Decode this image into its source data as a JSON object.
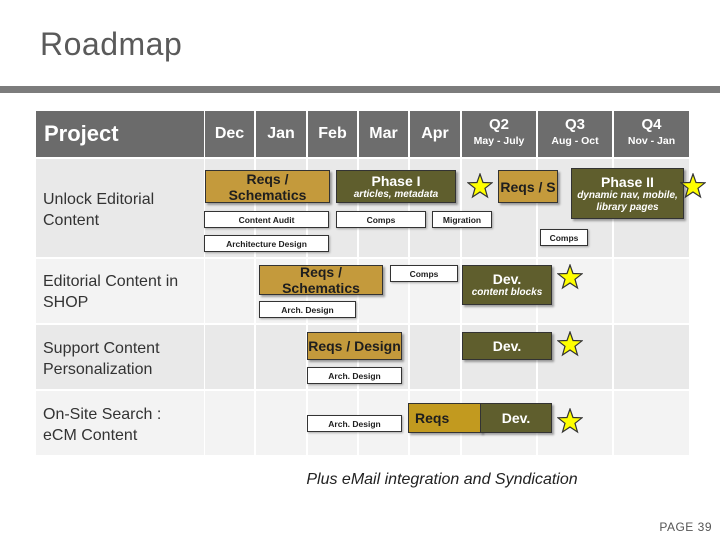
{
  "title": "Roadmap",
  "header": {
    "project": "Project",
    "months": [
      "Dec",
      "Jan",
      "Feb",
      "Mar",
      "Apr"
    ],
    "quarters": [
      {
        "label": "Q2",
        "range": "May - July"
      },
      {
        "label": "Q3",
        "range": "Aug - Oct"
      },
      {
        "label": "Q4",
        "range": "Nov - Jan"
      }
    ]
  },
  "rows": [
    {
      "label": "Unlock Editorial Content"
    },
    {
      "label": "Editorial Content in SHOP"
    },
    {
      "label": "Support Content Personalization"
    },
    {
      "label": "On-Site Search : eCM Content"
    }
  ],
  "bars": {
    "r1_reqs": "Reqs / Schematics",
    "r1_phase1": "Phase I",
    "r1_phase1_sub": "articles, metadata",
    "r1_reqs_s": "Reqs / S",
    "r1_phase2": "Phase II",
    "r1_phase2_sub": "dynamic nav, mobile, library pages",
    "r1_content_audit": "Content Audit",
    "r1_comps": "Comps",
    "r1_migration": "Migration",
    "r1_arch": "Architecture Design",
    "r1_comps2": "Comps",
    "r2_reqs": "Reqs / Schematics",
    "r2_comps": "Comps",
    "r2_dev": "Dev.",
    "r2_dev_sub": "content blocks",
    "r2_arch": "Arch. Design",
    "r3_reqs": "Reqs / Design",
    "r3_dev": "Dev.",
    "r3_arch": "Arch. Design",
    "r4_reqs": "Reqs",
    "r4_dev": "Dev.",
    "r4_arch": "Arch. Design"
  },
  "colors": {
    "header_bg": "#6d6d6d",
    "gold": "#c49a3c",
    "olive": "#5f5e2d",
    "star": "#ffff00"
  },
  "footnote": "Plus eMail integration and Syndication",
  "page": "PAGE 39"
}
